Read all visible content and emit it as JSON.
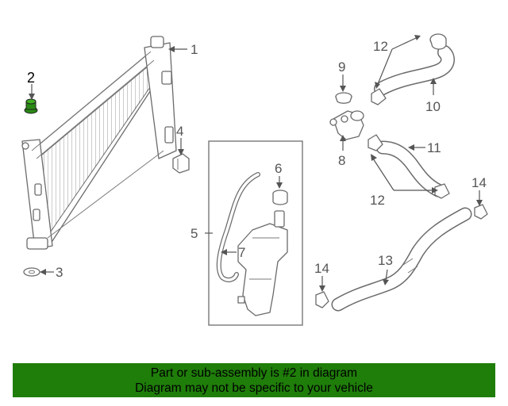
{
  "diagram": {
    "callouts": {
      "c1": "1",
      "c2": "2",
      "c3": "3",
      "c4": "4",
      "c5": "5",
      "c6": "6",
      "c7": "7",
      "c8": "8",
      "c9": "9",
      "c10": "10",
      "c11": "11",
      "c12a": "12",
      "c12b": "12",
      "c13": "13",
      "c14a": "14",
      "c14b": "14"
    },
    "highlight_color": "#2a8a14"
  },
  "footer": {
    "line1": "Part or sub-assembly is #2 in diagram",
    "line2": "Diagram may not be specific to your vehicle",
    "background": "#1f7d0a"
  }
}
